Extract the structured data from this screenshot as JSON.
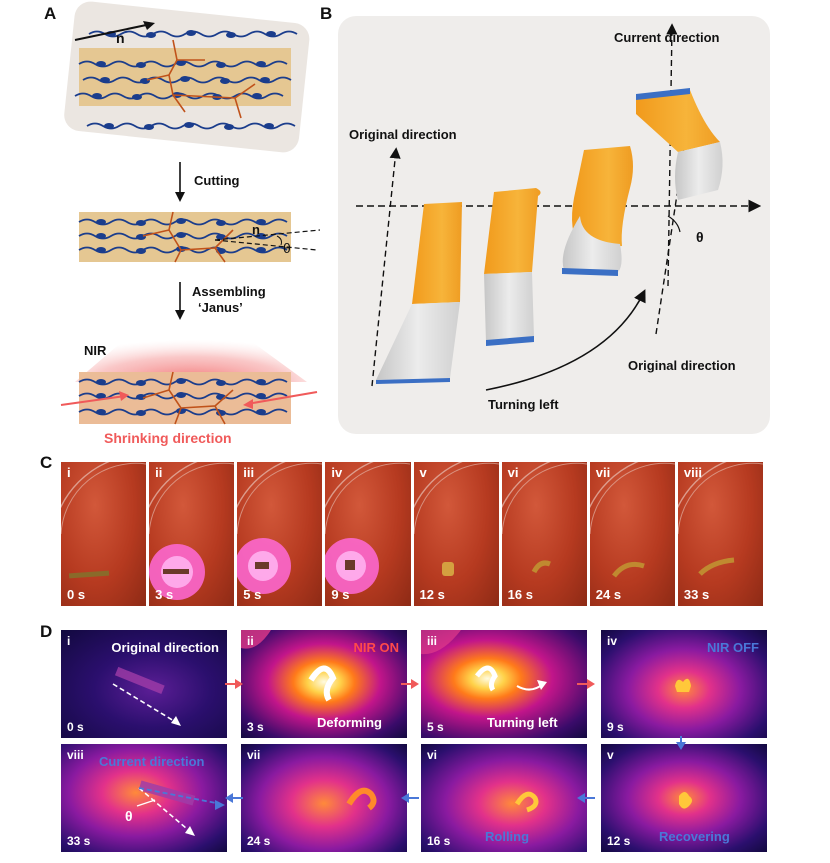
{
  "panels": {
    "a": "A",
    "b": "B",
    "c": "C",
    "d": "D"
  },
  "panel_a": {
    "n_label": "n",
    "cutting": "Cutting",
    "n_label_2": "n",
    "theta": "θ",
    "assembling_line1": "Assembling",
    "assembling_line2": "‘Janus’",
    "nir": "NIR",
    "shrinking": "Shrinking direction"
  },
  "panel_b": {
    "current_direction": "Current direction",
    "original_direction_left": "Original direction",
    "original_direction_right": "Original direction",
    "theta": "θ",
    "turning_left": "Turning left"
  },
  "panel_c": {
    "frames": [
      {
        "roman": "i",
        "time": "0 s",
        "glow": false
      },
      {
        "roman": "ii",
        "time": "3 s",
        "glow": true
      },
      {
        "roman": "iii",
        "time": "5 s",
        "glow": true
      },
      {
        "roman": "iv",
        "time": "9 s",
        "glow": true
      },
      {
        "roman": "v",
        "time": "12 s",
        "glow": false
      },
      {
        "roman": "vi",
        "time": "16 s",
        "glow": false
      },
      {
        "roman": "vii",
        "time": "24 s",
        "glow": false
      },
      {
        "roman": "viii",
        "time": "33 s",
        "glow": false
      }
    ]
  },
  "panel_d": {
    "frames": [
      {
        "roman": "i",
        "time": "0 s",
        "caption": "Original direction"
      },
      {
        "roman": "ii",
        "time": "3 s",
        "caption": "NIR ON",
        "caption2": "Deforming"
      },
      {
        "roman": "iii",
        "time": "5 s",
        "caption": "Turning left"
      },
      {
        "roman": "iv",
        "time": "9 s",
        "caption": "NIR OFF"
      },
      {
        "roman": "viii",
        "time": "33 s",
        "caption": "Current direction",
        "theta": "θ"
      },
      {
        "roman": "vii",
        "time": "24 s"
      },
      {
        "roman": "vi",
        "time": "16 s",
        "caption": "Rolling"
      },
      {
        "roman": "v",
        "time": "12 s",
        "caption": "Recovering"
      }
    ]
  },
  "colors": {
    "tan": "#e5c792",
    "chain_blue": "#1b3d8c",
    "crosslink": "#c0521a",
    "shrink_red": "#f05a5a",
    "nir_on_red": "#ff4a4a",
    "nir_off_blue": "#4a78d8",
    "strip_orange": "#f4a829",
    "strip_grey": "#d6d6d6"
  }
}
